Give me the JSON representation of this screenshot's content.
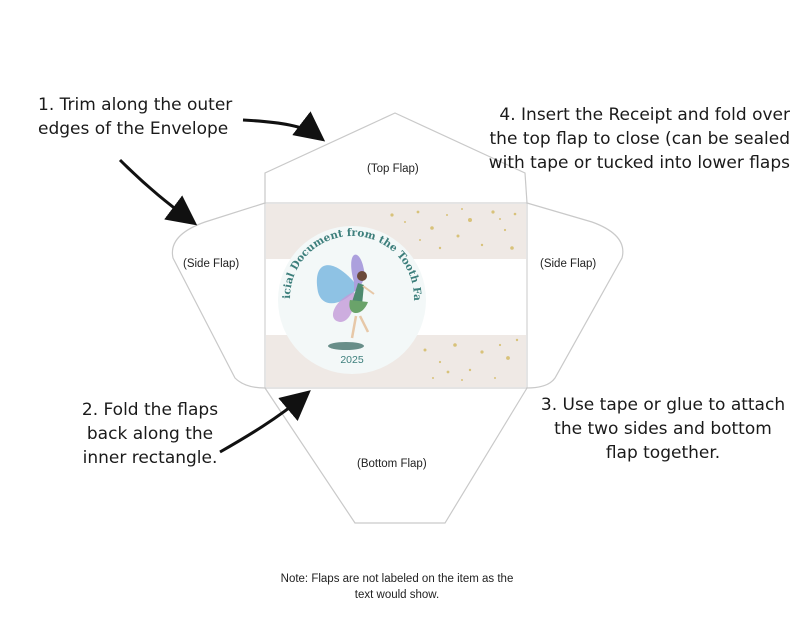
{
  "instructions": {
    "step1": "1. Trim along the outer edges of the Envelope",
    "step2": "2. Fold the flaps back along the inner rectangle.",
    "step3": "3. Use tape or glue to attach the two sides and bottom flap together.",
    "step4": "4. Insert the Receipt and fold over the top flap to close (can be sealed with tape or tucked into lower flaps"
  },
  "flaps": {
    "top": "(Top Flap)",
    "left": "(Side Flap)",
    "right": "(Side Flap)",
    "bottom": "(Bottom Flap)"
  },
  "seal": {
    "arc_text": "Official Document from the Tooth Fairy",
    "year": "2025"
  },
  "note": "Note: Flaps are not labeled on the item as the text would show.",
  "colors": {
    "outline": "#c9c9c9",
    "panel_band": "#efe9e5",
    "seal_bg": "#f3f8f8",
    "seal_text": "#3d7f7c",
    "sparkle": "#d8c27a"
  }
}
